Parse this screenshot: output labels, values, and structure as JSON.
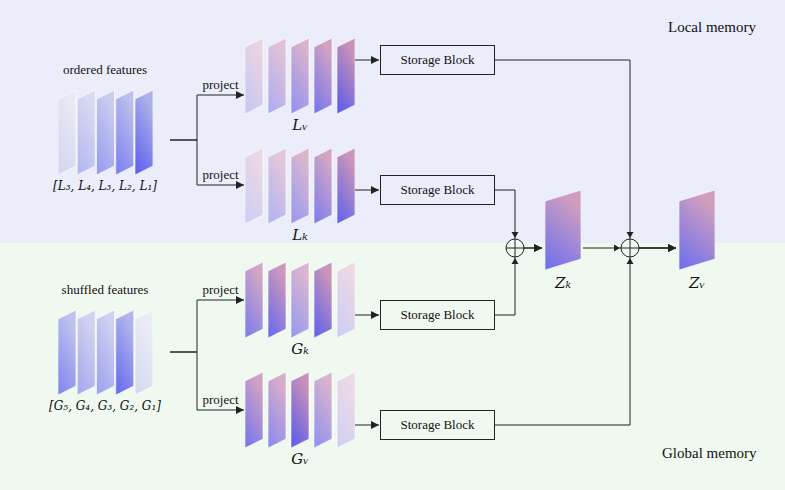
{
  "diagram": {
    "nodes": [
      {
        "text": [
          "ordered features",
          "[L₃, L₄, L₃, L₂, L₁]"
        ]
      },
      {
        "text": [
          "Lᵥ"
        ]
      },
      {
        "text": [
          "Lₖ"
        ]
      },
      {
        "text": [
          "Storage Block"
        ]
      },
      {
        "text": [
          "Storage Block"
        ]
      },
      {
        "text": [
          "shuffled features",
          "[G₅, G₄, G₃, G₂, G₁]"
        ]
      },
      {
        "text": [
          "Gₖ"
        ]
      },
      {
        "text": [
          "Gᵥ"
        ]
      },
      {
        "text": [
          "Storage Block"
        ]
      },
      {
        "text": [
          "Storage Block"
        ]
      },
      {
        "text": [
          "Zₖ"
        ]
      },
      {
        "text": [
          "Zᵥ"
        ]
      }
    ],
    "edges": [
      {
        "from": 0,
        "to": 1,
        "arrow": "to",
        "label": "project"
      },
      {
        "from": 0,
        "to": 2,
        "arrow": "to",
        "label": "project"
      },
      {
        "from": 1,
        "to": 3,
        "arrow": "to"
      },
      {
        "from": 2,
        "to": 4,
        "arrow": "to"
      },
      {
        "from": 5,
        "to": 6,
        "arrow": "to",
        "label": "project"
      },
      {
        "from": 5,
        "to": 7,
        "arrow": "to",
        "label": "project"
      },
      {
        "from": 6,
        "to": 8,
        "arrow": "to"
      },
      {
        "from": 7,
        "to": 9,
        "arrow": "to"
      },
      {
        "from": 4,
        "to": 10,
        "arrow": "to"
      },
      {
        "from": 8,
        "to": 10,
        "arrow": "to"
      },
      {
        "from": 10,
        "to": 11,
        "arrow": "to"
      },
      {
        "from": 3,
        "to": 11,
        "arrow": "to"
      },
      {
        "from": 9,
        "to": 11,
        "arrow": "to"
      }
    ],
    "labels": [
      "Local memory",
      "Global memory"
    ]
  }
}
